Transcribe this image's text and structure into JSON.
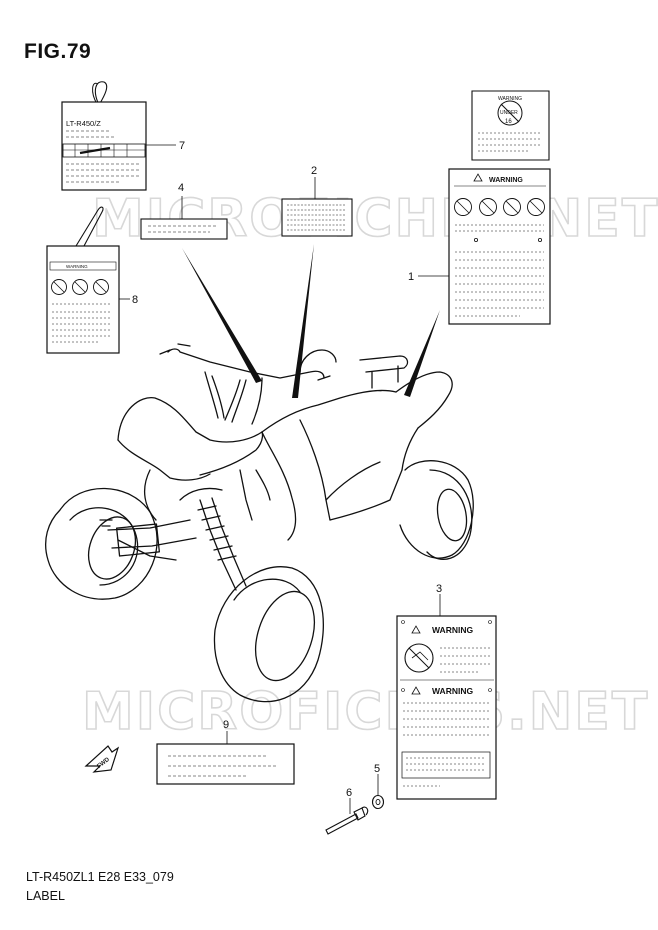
{
  "figure": {
    "title": "FIG.79",
    "code": "LT-R450ZL1 E28 E33_079",
    "name": "LABEL"
  },
  "watermark": "MICROFICHES.NET",
  "callouts": [
    "1",
    "2",
    "3",
    "4",
    "5",
    "6",
    "7",
    "8",
    "9"
  ],
  "labels": {
    "hang_tag_model": "LT-R450/Z",
    "warning_word": "WARNING",
    "age_badge_top": "UNDER",
    "age_badge_num": "16",
    "fwd_arrow": "FWD"
  }
}
